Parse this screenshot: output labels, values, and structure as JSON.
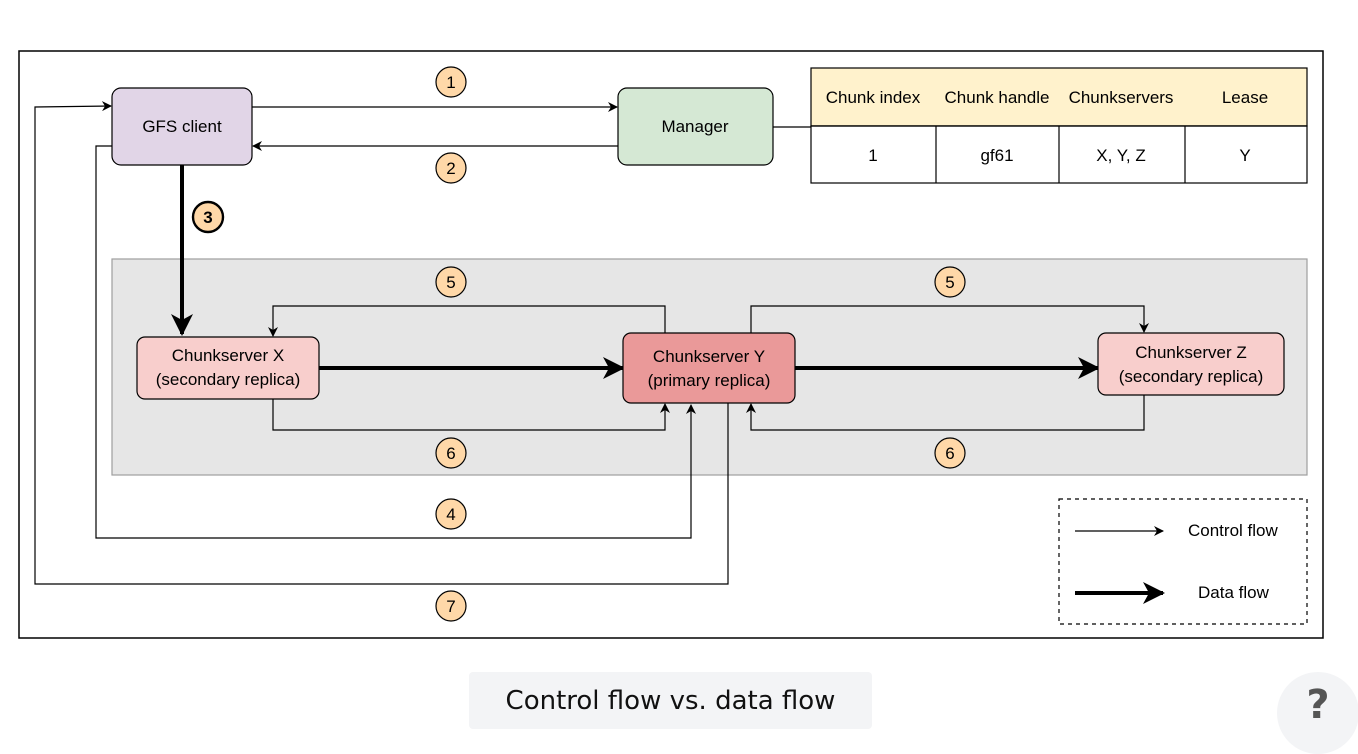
{
  "nodes": {
    "client": "GFS client",
    "manager": "Manager",
    "cs_x": [
      "Chunkserver X",
      "(secondary replica)"
    ],
    "cs_y": [
      "Chunkserver Y",
      "(primary replica)"
    ],
    "cs_z": [
      "Chunkserver Z",
      "(secondary replica)"
    ]
  },
  "table": {
    "headers": [
      "Chunk index",
      "Chunk handle",
      "Chunkservers",
      "Lease"
    ],
    "row": [
      "1",
      "gf61",
      "X, Y, Z",
      "Y"
    ]
  },
  "steps": {
    "s1": "1",
    "s2": "2",
    "s3": "3",
    "s4": "4",
    "s5a": "5",
    "s5b": "5",
    "s6a": "6",
    "s6b": "6",
    "s7": "7"
  },
  "legend": {
    "control": "Control flow",
    "data": "Data flow"
  },
  "caption": "Control flow vs. data flow",
  "help_icon": "?",
  "colors": {
    "client_fill": "#e1d5e7",
    "manager_fill": "#d5e8d4",
    "secondary_fill": "#f8cecc",
    "primary_fill": "#ea9999",
    "table_header_fill": "#fff2cc",
    "step_badge_fill": "#ffd8a8",
    "chunkserver_region_fill": "#e6e6e6"
  }
}
